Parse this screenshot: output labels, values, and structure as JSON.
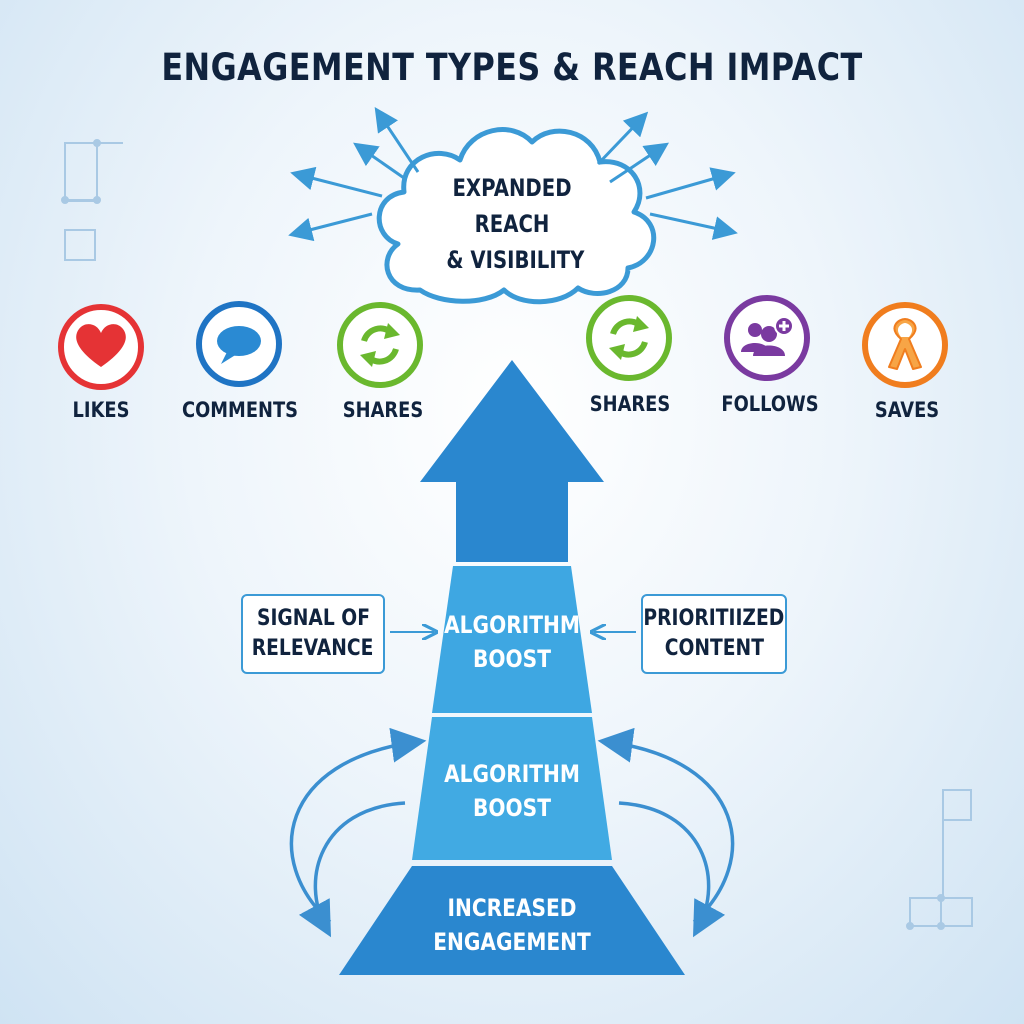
{
  "title": "ENGAGEMENT TYPES & REACH IMPACT",
  "cloud": {
    "lines": [
      "EXPANDED",
      "REACH",
      "& VISIBILITY"
    ]
  },
  "engagement_types": [
    {
      "label": "LIKES",
      "icon": "heart-icon",
      "color": "#e53335"
    },
    {
      "label": "COMMENTS",
      "icon": "speech-bubble-icon",
      "color": "#1f74c4"
    },
    {
      "label": "SHARES",
      "icon": "refresh-arrows-icon",
      "color": "#6ab82e"
    },
    {
      "label": "SHARES",
      "icon": "refresh-arrows-icon",
      "color": "#6ab82e"
    },
    {
      "label": "FOLLOWS",
      "icon": "add-people-icon",
      "color": "#7a3aa0"
    },
    {
      "label": "SAVES",
      "icon": "ribbon-icon",
      "color": "#f07d1e"
    }
  ],
  "side_boxes": {
    "left": [
      "SIGNAL OF",
      "RELEVANCE"
    ],
    "right": [
      "PRIORITIIZED",
      "CONTENT"
    ]
  },
  "layers": [
    {
      "lines": [
        "ALGORITHM",
        "BOOST"
      ]
    },
    {
      "lines": [
        "ALGORITHM",
        "BOOST"
      ]
    },
    {
      "lines": [
        "INCREASED",
        "ENGAGEMENT"
      ]
    }
  ],
  "colors": {
    "arrow_top": "#2a87cf",
    "layer_upper": "#3ea7e2",
    "layer_middle": "#41aae3",
    "layer_base": "#2a87cf",
    "connector": "#3b8fd0",
    "text_dark": "#10233e"
  }
}
